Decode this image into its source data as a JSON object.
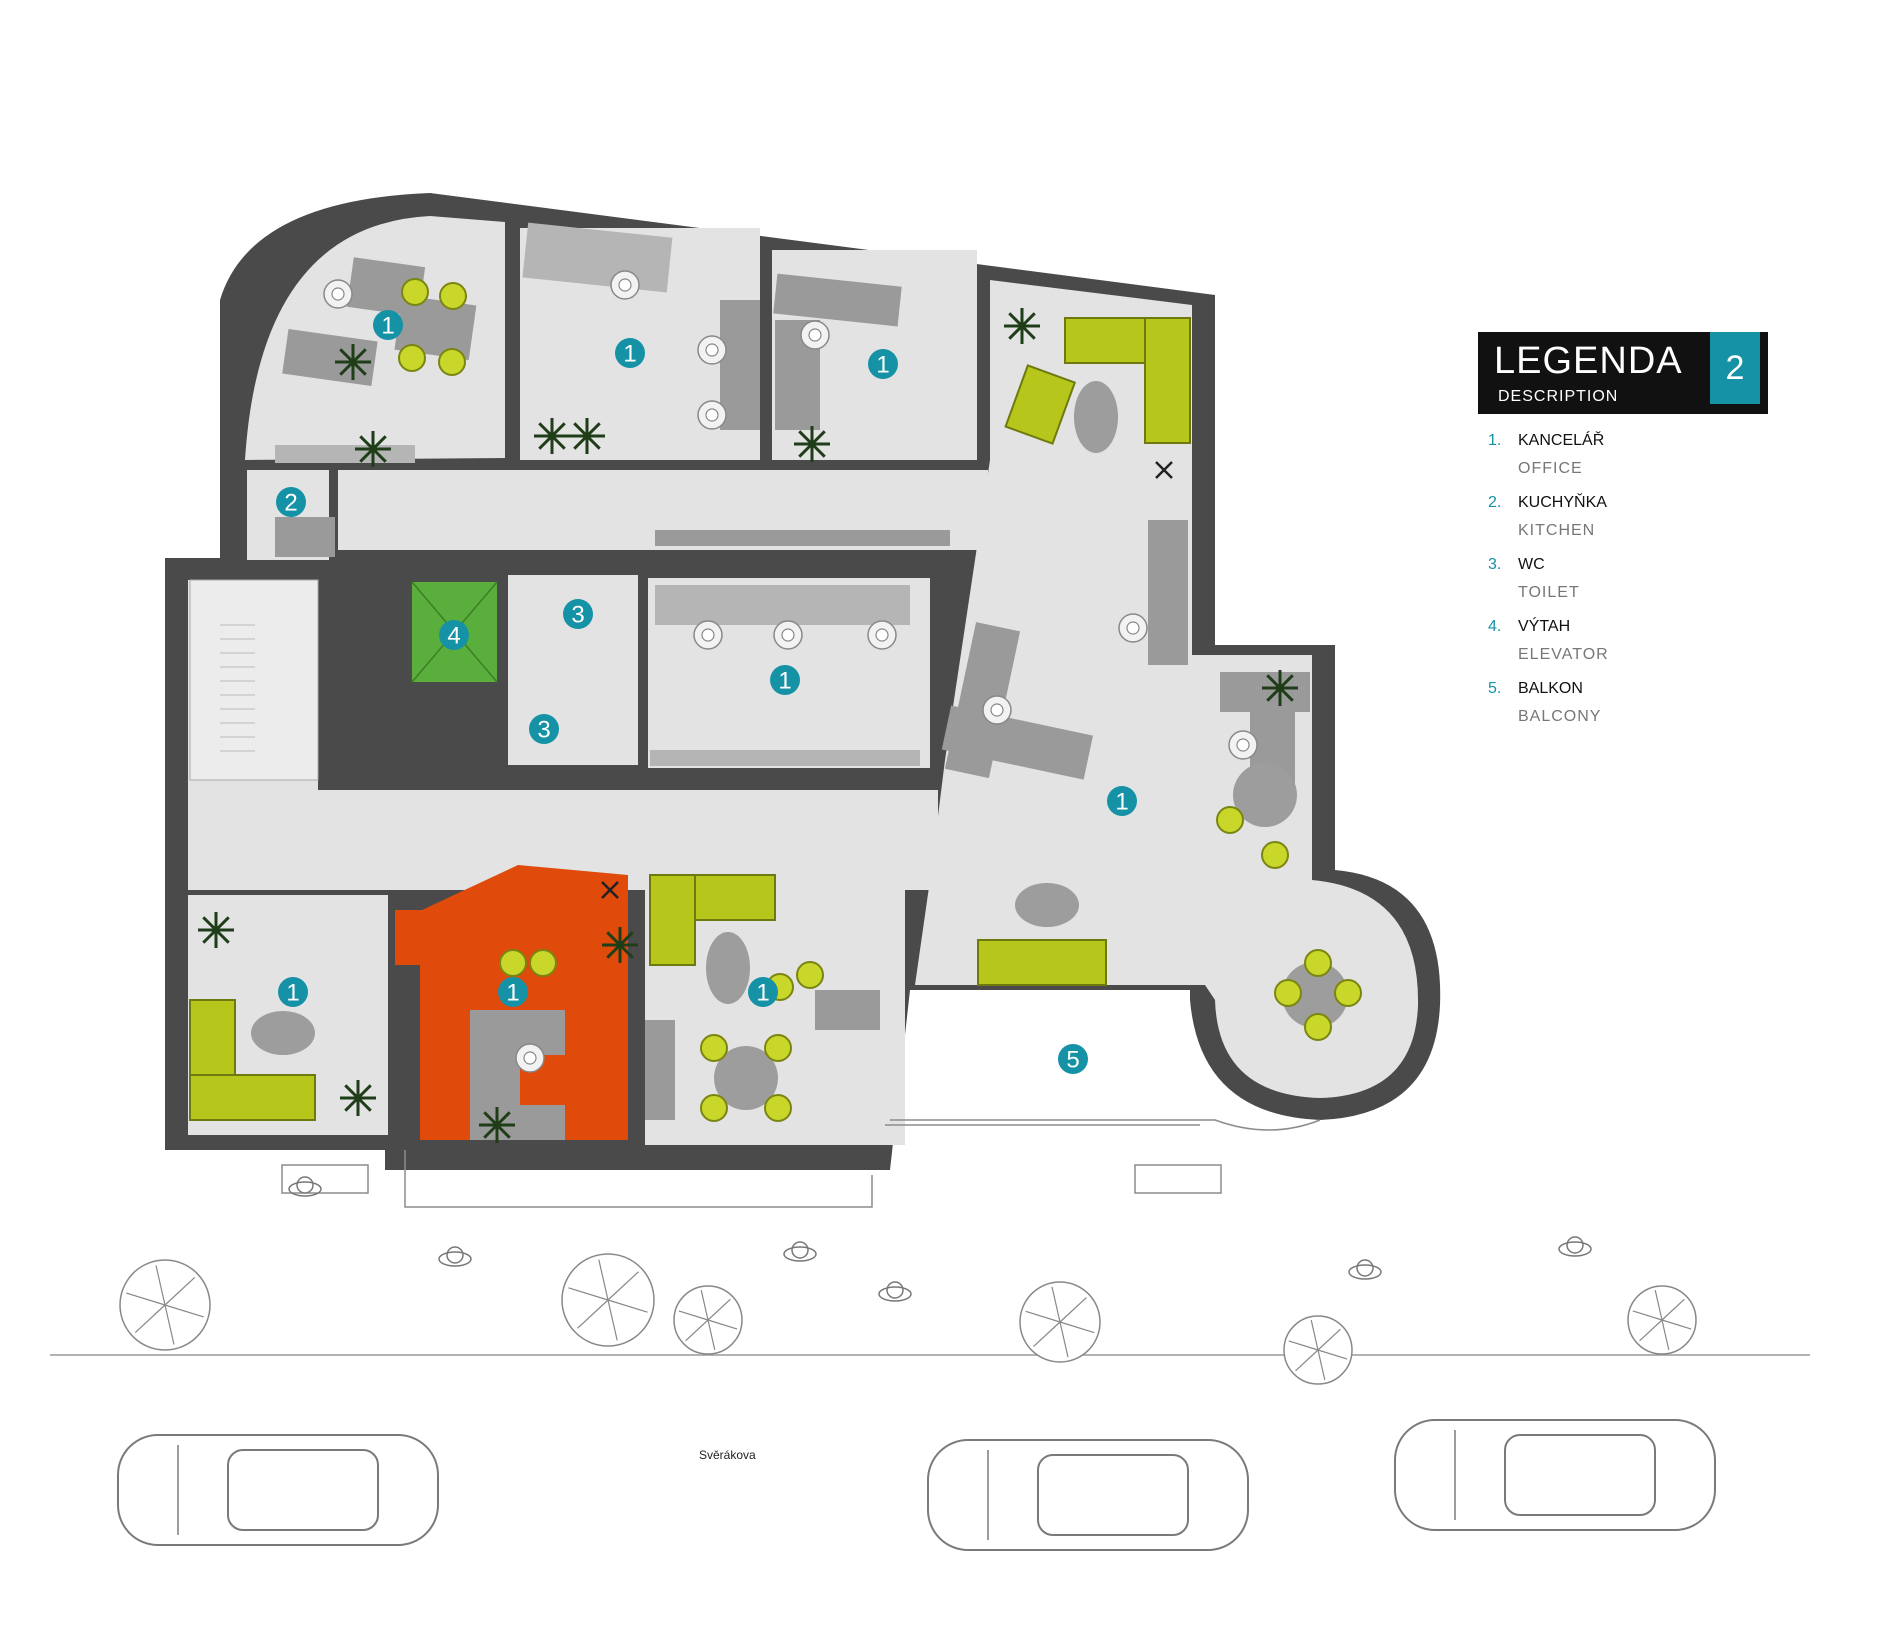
{
  "legend": {
    "title": "LEGENDA",
    "subtitle": "DESCRIPTION",
    "floor_number": "2",
    "items": [
      {
        "num": "1.",
        "name": "KANCELÁŘ",
        "desc": "OFFICE"
      },
      {
        "num": "2.",
        "name": "KUCHYŇKA",
        "desc": "KITCHEN"
      },
      {
        "num": "3.",
        "name": "WC",
        "desc": "TOILET"
      },
      {
        "num": "4.",
        "name": "VÝTAH",
        "desc": "ELEVATOR"
      },
      {
        "num": "5.",
        "name": "BALKON",
        "desc": "BALCONY"
      }
    ]
  },
  "markers": {
    "office": "1",
    "kitchen": "2",
    "toilet": "3",
    "elevator": "4",
    "balcony": "5"
  },
  "street": {
    "name": "Svěrákova"
  },
  "colors": {
    "highlight_room": "#e04a0b",
    "elevator": "#5aae3c",
    "marker": "#1592a6",
    "furniture_accent": "#c9d62a",
    "walls": "#4a4a4a"
  }
}
